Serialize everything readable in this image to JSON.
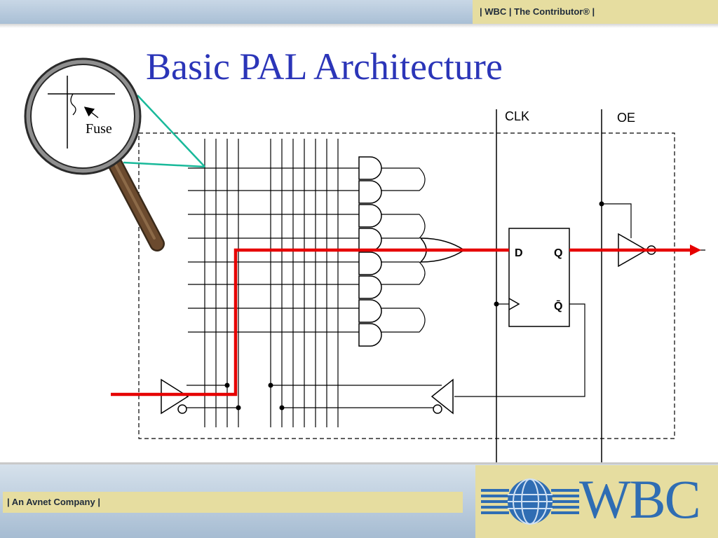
{
  "header": {
    "tag": "| WBC | The Contributor® |"
  },
  "slide": {
    "title": "Basic PAL Architecture"
  },
  "diagram": {
    "clk_label": "CLK",
    "oe_label": "OE",
    "fuse_label": "Fuse",
    "ff_d": "D",
    "ff_q": "Q",
    "ff_qbar": "Q̄",
    "colors": {
      "signal_path": "#e60000",
      "magnifier_lines": "#19b99a",
      "magnifier_handle": "#6b4a2e",
      "title": "#2b35b8"
    }
  },
  "footer": {
    "tag": "| An Avnet Company |",
    "logo_text": "WBC"
  }
}
